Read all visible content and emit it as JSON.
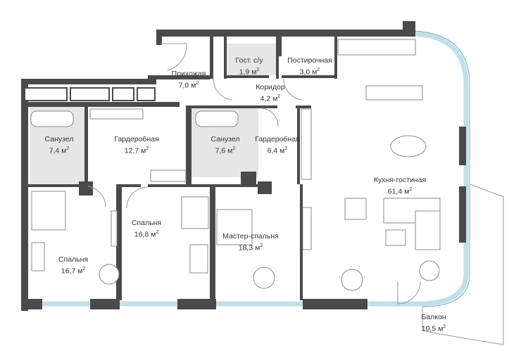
{
  "rooms": [
    {
      "name": "Прихожая",
      "area": "7,0 м",
      "sup": "2"
    },
    {
      "name": "Гост. с/у",
      "area": "1,9 м",
      "sup": "2"
    },
    {
      "name": "Постирочная",
      "area": "3,0 м",
      "sup": "2"
    },
    {
      "name": "Коридор",
      "area": "4,2 м",
      "sup": "2"
    },
    {
      "name": "Санузел",
      "area": "7,4 м",
      "sup": "2"
    },
    {
      "name": "Гардеробная",
      "area": "12,7 м",
      "sup": "2"
    },
    {
      "name": "Санузел",
      "area": "7,6 м",
      "sup": "2"
    },
    {
      "name": "Гардеробная",
      "area": "6,4 м",
      "sup": "2"
    },
    {
      "name": "Кухня-гостиная",
      "area": "61,4 м",
      "sup": "2"
    },
    {
      "name": "Спальня",
      "area": "16,8 м",
      "sup": "2"
    },
    {
      "name": "Мастер-спальня",
      "area": "18,3 м",
      "sup": "2"
    },
    {
      "name": "Спальня",
      "area": "16,7 м",
      "sup": "2"
    },
    {
      "name": "Балкон",
      "area": "10,5 м",
      "sup": "2"
    }
  ]
}
